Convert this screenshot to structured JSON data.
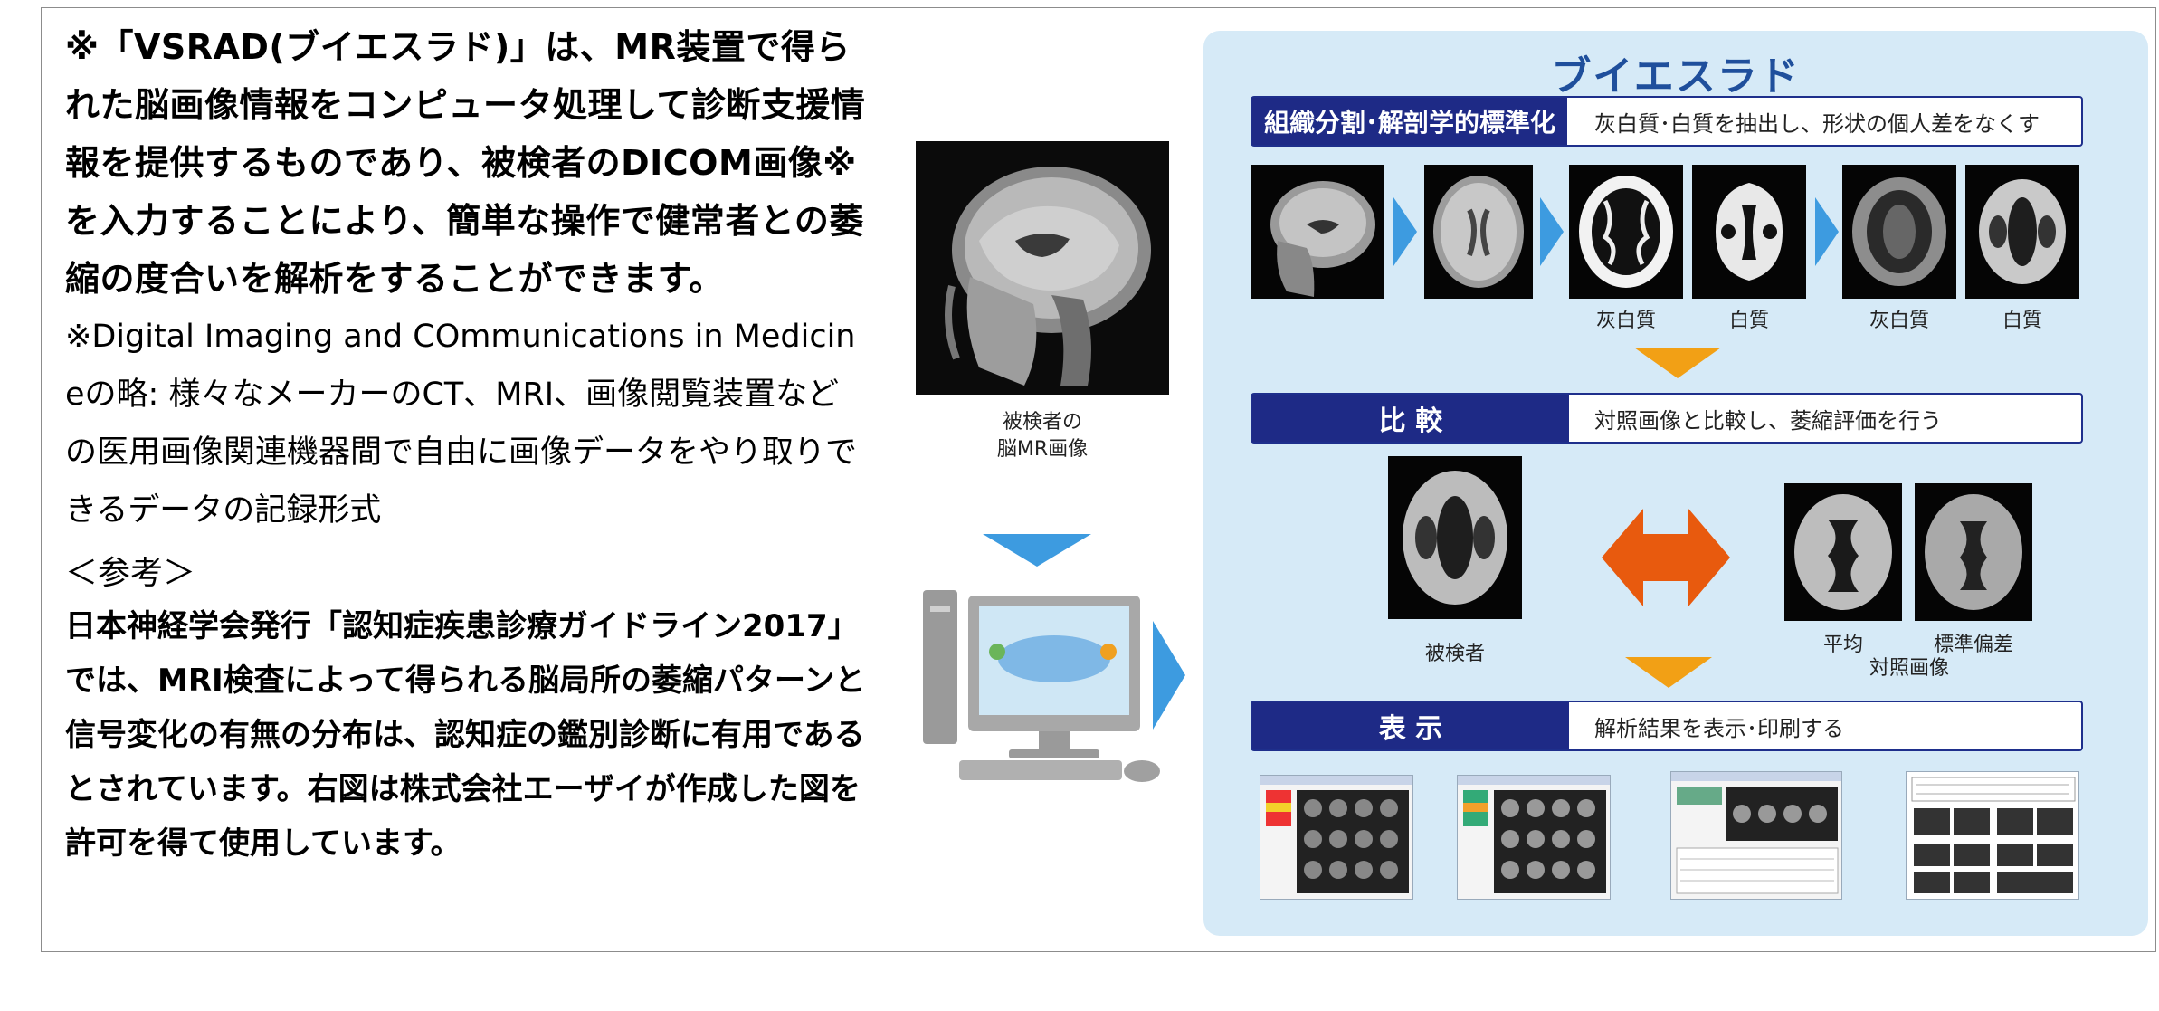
{
  "left_text": {
    "para1": "※「VSRAD(ブイエスラド)」は、MR装置で得られた脳画像情報をコンピュータ処理して診断支援情報を提供するものであり、被検者のDICOM画像※ を入力することにより、簡単な操作で健常者との萎縮の度合いを解析をすることができます。",
    "para2": "※Digital Imaging and COmmunications in Medicineの略: 様々なメーカーのCT、MRI、画像閲覧装置などの医用画像関連機器間で自由に画像データをやり取りできるデータの記録形式",
    "ref_heading": "＜参考＞",
    "ref_body": "日本神経学会発行「認知症疾患診療ガイドライン2017」では、MRI検査によって得られる脳局所の萎縮パターンと信号変化の有無の分布は、認知症の鑑別診断に有用であるとされています。右図は株式会社エーザイが作成した図を許可を得て使用しています。"
  },
  "middle": {
    "caption_line1": "被検者の",
    "caption_line2": "脳MR画像"
  },
  "diagram": {
    "title": "ブイエスラド",
    "step1": {
      "label": "組織分割･解剖学的標準化",
      "desc": "灰白質･白質を抽出し、形状の個人差をなくす"
    },
    "step1_labels": [
      "灰白質",
      "白質",
      "灰白質",
      "白質"
    ],
    "step2": {
      "label": "比 較",
      "desc": "対照画像と比較し、萎縮評価を行う"
    },
    "step2_labels": {
      "subject": "被検者",
      "mean": "平均",
      "sd": "標準偏差",
      "control": "対照画像"
    },
    "step3": {
      "label": "表 示",
      "desc": "解析結果を表示･印刷する"
    }
  },
  "colors": {
    "panel_bg": "#d6eaf7",
    "step_label_bg": "#1e2a86",
    "title_blue": "#1f4f9c",
    "arrow_blue": "#3d9be0",
    "arrow_orange": "#f2a015",
    "compare_arrow": "#e85a0e"
  }
}
